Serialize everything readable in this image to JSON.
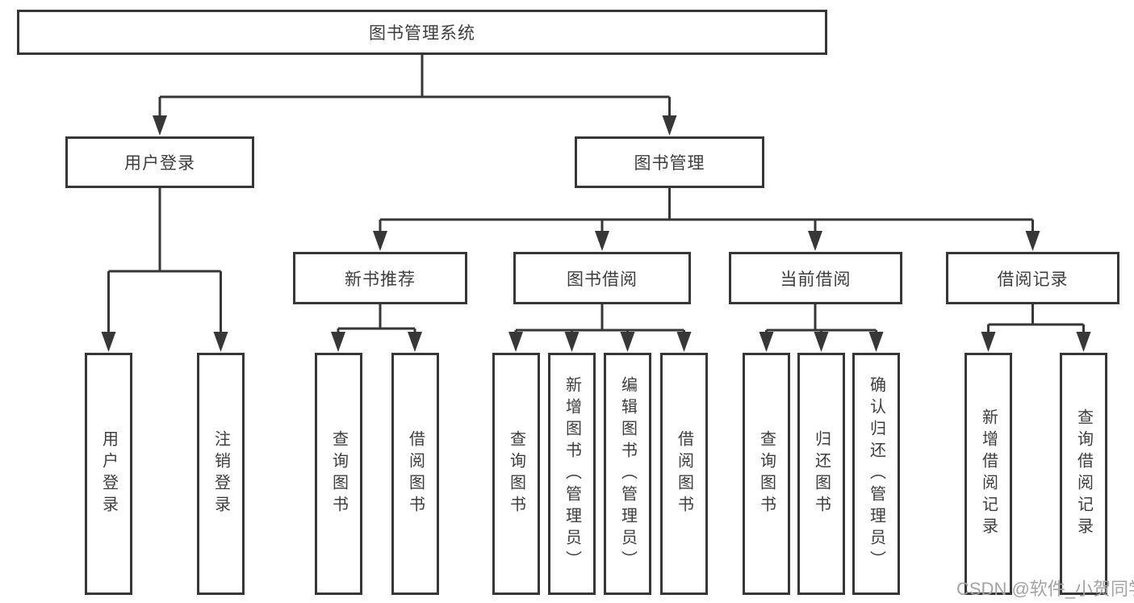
{
  "tree": {
    "root": {
      "label": "图书管理系统"
    },
    "branches": [
      {
        "label": "用户登录",
        "children": [
          {
            "label": "用户登录"
          },
          {
            "label": "注销登录"
          }
        ]
      },
      {
        "label": "图书管理",
        "children": [
          {
            "label": "新书推荐",
            "children": [
              {
                "label": "查询图书"
              },
              {
                "label": "借阅图书"
              }
            ]
          },
          {
            "label": "图书借阅",
            "children": [
              {
                "label": "查询图书"
              },
              {
                "label": "新增图书（管理员）"
              },
              {
                "label": "编辑图书（管理员）"
              },
              {
                "label": "借阅图书"
              }
            ]
          },
          {
            "label": "当前借阅",
            "children": [
              {
                "label": "查询图书"
              },
              {
                "label": "归还图书"
              },
              {
                "label": "确认归还（管理员）"
              }
            ]
          },
          {
            "label": "借阅记录",
            "children": [
              {
                "label": "新增借阅记录"
              },
              {
                "label": "查询借阅记录"
              }
            ]
          }
        ]
      }
    ]
  },
  "watermark": "CSDN @软件_小贺同学",
  "colors": {
    "line": "#373737",
    "text": "#3d3d3d",
    "watermark": "#a3a3a3",
    "background": "#ffffff"
  }
}
